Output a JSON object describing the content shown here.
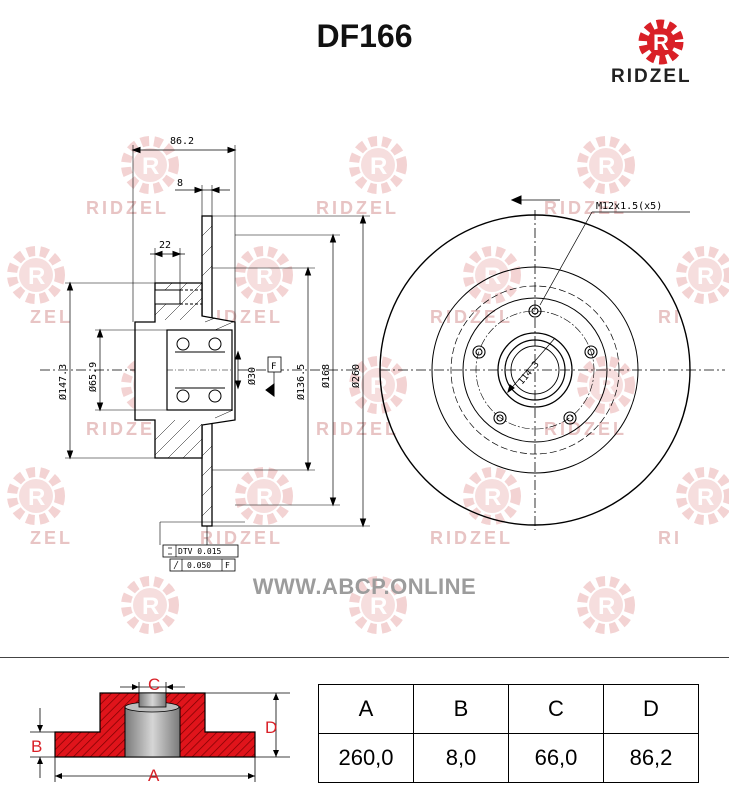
{
  "header": {
    "part_number": "DF166",
    "brand": "RIDZEL"
  },
  "watermark": {
    "text": "RIDZEL",
    "partial_right": "RI",
    "partial_left": "ZEL"
  },
  "website": "WWW.ABCP.ONLINE",
  "drawing": {
    "dim_width": "86.2",
    "dim_thickness": "8",
    "dim_hub": "22",
    "dia_147": "Ø147.3",
    "dia_65": "Ø65.9",
    "dia_30": "Ø30",
    "dia_136": "Ø136.5",
    "dia_168": "Ø168",
    "dia_260": "Ø260",
    "datum": "F",
    "tol_dtv": "DTV 0.015",
    "tol_runout": "0.050",
    "tol_ref": "F",
    "bolt_spec": "M12x1.5(x5)",
    "pcd": "114.3"
  },
  "legend": {
    "a": "A",
    "b": "B",
    "c": "C",
    "d": "D"
  },
  "table": {
    "headers": [
      "A",
      "B",
      "C",
      "D"
    ],
    "values": [
      "260,0",
      "8,0",
      "66,0",
      "86,2"
    ]
  },
  "colors": {
    "accent": "#d92027",
    "hatch": "#e0141b",
    "gray": "#999999"
  }
}
